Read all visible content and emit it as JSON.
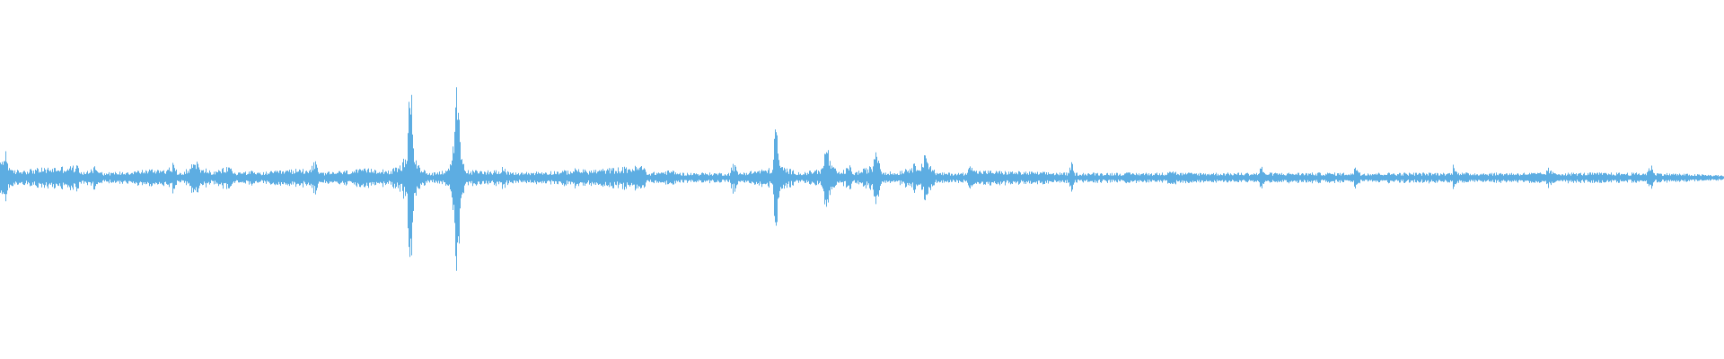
{
  "waveform": {
    "color": "#5dade2",
    "background": "#ffffff",
    "amplitude_range": [
      -1.0,
      1.0
    ],
    "envelope": [
      [
        0.0,
        0.06
      ],
      [
        0.003,
        0.12
      ],
      [
        0.006,
        0.03
      ],
      [
        0.045,
        0.05
      ],
      [
        0.048,
        0.02
      ],
      [
        0.055,
        0.05
      ],
      [
        0.06,
        0.02
      ],
      [
        0.098,
        0.04
      ],
      [
        0.1,
        0.06
      ],
      [
        0.103,
        0.02
      ],
      [
        0.11,
        0.04
      ],
      [
        0.113,
        0.09
      ],
      [
        0.116,
        0.03
      ],
      [
        0.12,
        0.04
      ],
      [
        0.123,
        0.02
      ],
      [
        0.133,
        0.05
      ],
      [
        0.136,
        0.02
      ],
      [
        0.145,
        0.03
      ],
      [
        0.148,
        0.02
      ],
      [
        0.18,
        0.04
      ],
      [
        0.182,
        0.08
      ],
      [
        0.185,
        0.02
      ],
      [
        0.22,
        0.04
      ],
      [
        0.226,
        0.03
      ],
      [
        0.232,
        0.05
      ],
      [
        0.236,
        0.11
      ],
      [
        0.238,
        0.49
      ],
      [
        0.24,
        0.13
      ],
      [
        0.243,
        0.04
      ],
      [
        0.25,
        0.02
      ],
      [
        0.257,
        0.03
      ],
      [
        0.262,
        0.07
      ],
      [
        0.265,
        0.4
      ],
      [
        0.267,
        0.12
      ],
      [
        0.27,
        0.03
      ],
      [
        0.289,
        0.03
      ],
      [
        0.291,
        0.05
      ],
      [
        0.295,
        0.02
      ],
      [
        0.33,
        0.03
      ],
      [
        0.335,
        0.04
      ],
      [
        0.34,
        0.03
      ],
      [
        0.373,
        0.05
      ],
      [
        0.375,
        0.02
      ],
      [
        0.39,
        0.03
      ],
      [
        0.394,
        0.02
      ],
      [
        0.423,
        0.02
      ],
      [
        0.425,
        0.07
      ],
      [
        0.428,
        0.02
      ],
      [
        0.448,
        0.04
      ],
      [
        0.45,
        0.28
      ],
      [
        0.452,
        0.05
      ],
      [
        0.46,
        0.03
      ],
      [
        0.465,
        0.02
      ],
      [
        0.477,
        0.04
      ],
      [
        0.479,
        0.16
      ],
      [
        0.482,
        0.05
      ],
      [
        0.487,
        0.02
      ],
      [
        0.493,
        0.05
      ],
      [
        0.495,
        0.02
      ],
      [
        0.506,
        0.05
      ],
      [
        0.508,
        0.16
      ],
      [
        0.511,
        0.03
      ],
      [
        0.52,
        0.02
      ],
      [
        0.522,
        0.03
      ],
      [
        0.535,
        0.07
      ],
      [
        0.537,
        0.11
      ],
      [
        0.54,
        0.05
      ],
      [
        0.543,
        0.02
      ],
      [
        0.561,
        0.02
      ],
      [
        0.562,
        0.1
      ],
      [
        0.565,
        0.03
      ],
      [
        0.62,
        0.02
      ],
      [
        0.621,
        0.08
      ],
      [
        0.623,
        0.02
      ],
      [
        0.676,
        0.02
      ],
      [
        0.678,
        0.04
      ],
      [
        0.683,
        0.02
      ],
      [
        0.73,
        0.02
      ],
      [
        0.731,
        0.06
      ],
      [
        0.733,
        0.02
      ],
      [
        0.785,
        0.02
      ],
      [
        0.786,
        0.06
      ],
      [
        0.789,
        0.02
      ],
      [
        0.842,
        0.02
      ],
      [
        0.843,
        0.07
      ],
      [
        0.846,
        0.02
      ],
      [
        0.896,
        0.02
      ],
      [
        0.898,
        0.04
      ],
      [
        0.901,
        0.02
      ],
      [
        0.955,
        0.02
      ],
      [
        0.957,
        0.06
      ],
      [
        0.96,
        0.02
      ],
      [
        1.0,
        0.01
      ]
    ]
  }
}
